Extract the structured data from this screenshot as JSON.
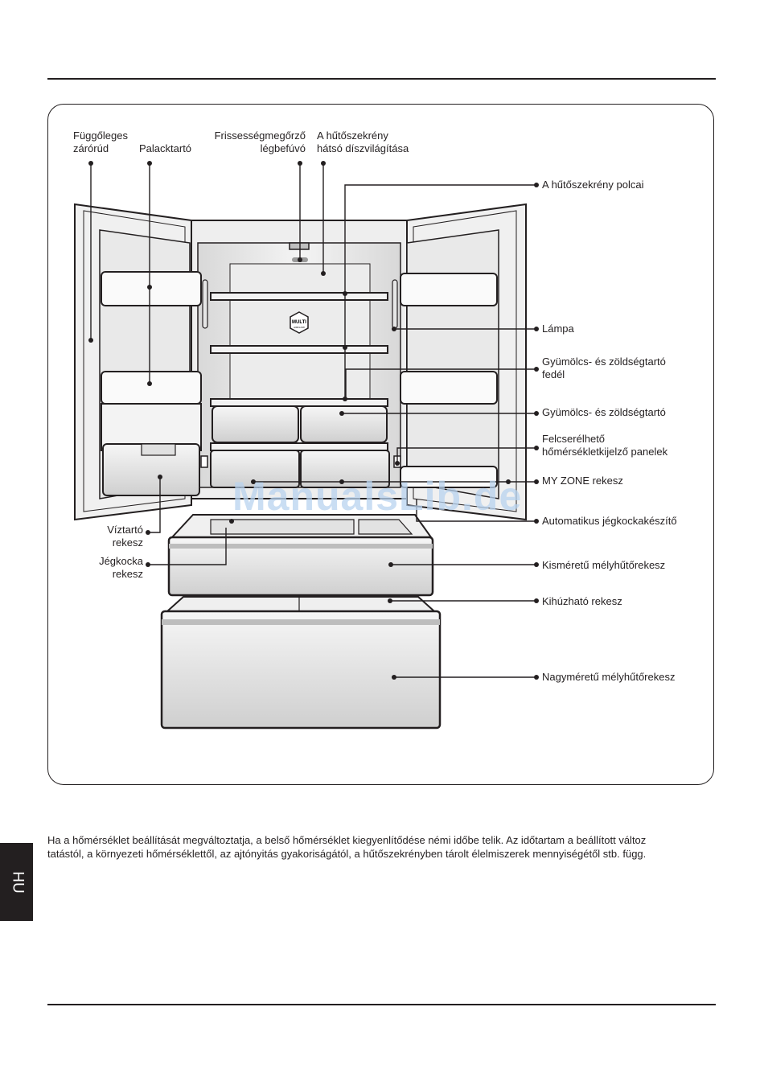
{
  "diagram": {
    "labels": {
      "vertical_hinge": "Függőleges\nzárórúd",
      "bottle_holder": "Palacktartó",
      "air_blower": "Frissességmegőrző\nlégbefúvó",
      "back_lighting": "A hűtőszekrény\nhátsó díszvilágítása",
      "shelves": "A hűtőszekrény polcai",
      "lamp": "Lámpa",
      "crisper_cover": "Gyümölcs- és zöldségtartó\nfedél",
      "crisper": "Gyümölcs- és zöldségtartó",
      "temp_panels": "Felcserélhető\nhőmérsékletkijelző panelek",
      "my_zone": "MY ZONE rekesz",
      "ice_maker": "Automatikus jégkockakészítő",
      "water_box": "Víztartó\nrekesz",
      "ice_box": "Jégkocka\nrekesz",
      "small_freezer": "Kisméretű mélyhűtőrekesz",
      "pull_drawer": "Kihúzható rekesz",
      "large_freezer": "Nagyméretű mélyhűtőrekesz"
    },
    "badge_text": "MULTI",
    "badge_subtext": "AIRFLOW"
  },
  "watermark": "ManualsLib.de",
  "paragraph": {
    "line1": "Ha a hőmérséklet beállítását megváltoztatja, a belső hőmérséklet kiegyenlítődése némi időbe telik. Az időtartam a beállított változ",
    "line2": "tatástól, a környezeti hőmérséklettől, az ajtónyitás gyakoriságától, a hűtőszekrényben tárolt élelmiszerek mennyiségétől stb. függ."
  },
  "side_tab": "HU"
}
